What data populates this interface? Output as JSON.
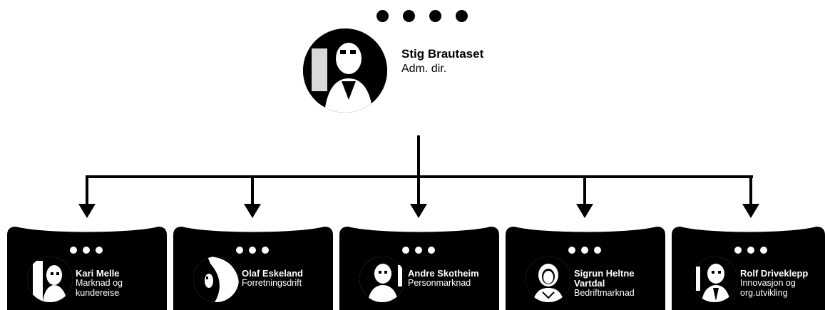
{
  "ceo": {
    "name": "Stig Brautaset",
    "title": "Adm. dir."
  },
  "reports": [
    {
      "name": "Kari Melle",
      "title": "Marknad og kundereise"
    },
    {
      "name": "Olaf Eskeland",
      "title": "Forretningsdrift"
    },
    {
      "name": "Andre Skotheim",
      "title": "Personmarknad"
    },
    {
      "name": "Sigrun Heltne Vartdal",
      "title": "Bedriftmarknad"
    },
    {
      "name": "Rolf Driveklepp",
      "title": "Innovasjon og org.utvikling"
    }
  ],
  "colors": {
    "ink": "#000000",
    "paper": "#ffffff"
  },
  "icons": {
    "menu": "more-dots-icon",
    "person": "person-photo"
  }
}
